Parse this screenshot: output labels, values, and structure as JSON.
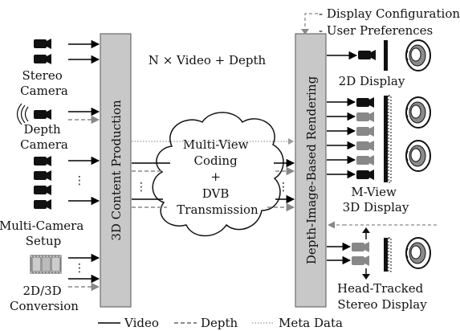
{
  "sources": {
    "stereo_camera": [
      "Stereo",
      "Camera"
    ],
    "depth_camera": [
      "Depth",
      "Camera"
    ],
    "multi_camera": [
      "Multi-Camera",
      "Setup"
    ],
    "conversion": [
      "2D/3D",
      "Conversion"
    ],
    "ellipsis": "•\n•\n•"
  },
  "production_label": "3D Content Production",
  "rendering_label": "Depth-Image-Based Rendering",
  "stream_label": "N × Video + Depth",
  "cloud_lines": [
    "Multi-View",
    "Coding",
    "+",
    "DVB",
    "Transmission"
  ],
  "meta_inputs": [
    "Display Configuration",
    "User Preferences"
  ],
  "outputs": {
    "display_2d": "2D Display",
    "mview": [
      "M-View",
      "3D Display"
    ],
    "head_tracked": [
      "Head-Tracked",
      "Stereo Display"
    ]
  },
  "legend": {
    "video": "Video",
    "depth": "Depth",
    "meta": "Meta Data"
  },
  "colors": {
    "block_fill": "#c8c8c8",
    "line": "#000000",
    "depth_line": "#7a7a7a",
    "meta_line": "#9a9a9a",
    "device_dark": "#111111",
    "device_gray": "#888888"
  }
}
